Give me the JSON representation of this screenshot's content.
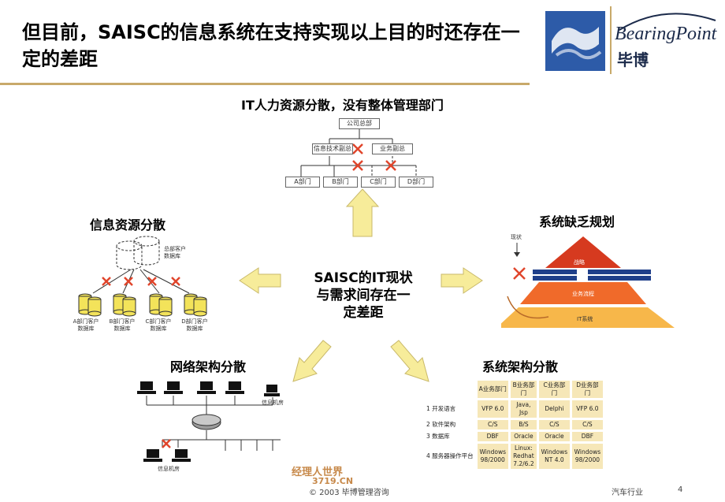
{
  "slide": {
    "title": "但目前，SAISC的信息系统在支持实现以上目的时还存在一定的差距",
    "logo": {
      "brand_text": "BearingPoint",
      "brand_cn": "毕博"
    }
  },
  "center": {
    "text": "SAISC的IT现状与需求间存在一定差距"
  },
  "sections": {
    "it_hr": {
      "title": "IT人力资源分散，没有整体管理部门",
      "org": {
        "root": "公司总部",
        "level2": [
          "信息技术副总",
          "业务副总"
        ],
        "level3": [
          "A部门",
          "B部门",
          "C部门",
          "D部门"
        ]
      }
    },
    "info_resource": {
      "title": "信息资源分散",
      "central_db": "总部客户数据库",
      "dbs": [
        "A部门客户数据库",
        "B部门客户数据库",
        "C部门客户数据库",
        "D部门客户数据库"
      ]
    },
    "planning": {
      "title": "系统缺乏规划",
      "current_label": "现状",
      "layers": [
        "战略",
        "业务流程",
        "IT系统"
      ]
    },
    "network": {
      "title": "网络架构分散",
      "room1": "信息机房",
      "room2": "信息机房"
    },
    "sys_arch": {
      "title": "系统架构分散",
      "headers": [
        "A业务部门",
        "B业务部门",
        "C业务部门",
        "D业务部门"
      ],
      "rows": [
        {
          "num": "1",
          "label": "开发语言",
          "values": [
            "VFP 6.0",
            "Java, Jsp",
            "Delphi",
            "VFP 6.0"
          ]
        },
        {
          "num": "2",
          "label": "软件架构",
          "values": [
            "C/S",
            "B/S",
            "C/S",
            "C/S"
          ]
        },
        {
          "num": "3",
          "label": "数据库",
          "values": [
            "DBF",
            "Oracle",
            "Oracle",
            "DBF"
          ]
        },
        {
          "num": "4",
          "label": "服务器操作平台",
          "values": [
            "Windows 98/2000",
            "Linux: Redhat 7.2/6.2",
            "Windows NT 4.0",
            "Windows 98/2000"
          ]
        }
      ]
    }
  },
  "footer": {
    "copyright": "© 2003 毕博管理咨询",
    "industry": "汽车行业",
    "page": "4",
    "watermark": "经理人世界",
    "watermark_url": "3719.CN"
  },
  "colors": {
    "accent_gold": "#c8a96a",
    "arrow_yellow": "#f7ec9a",
    "cross_red": "#e0452b",
    "pyramid_top": "#d63a1f",
    "pyramid_mid": "#f06a2a",
    "pyramid_base": "#f7b74a",
    "logo_blue": "#2d5ba8"
  }
}
